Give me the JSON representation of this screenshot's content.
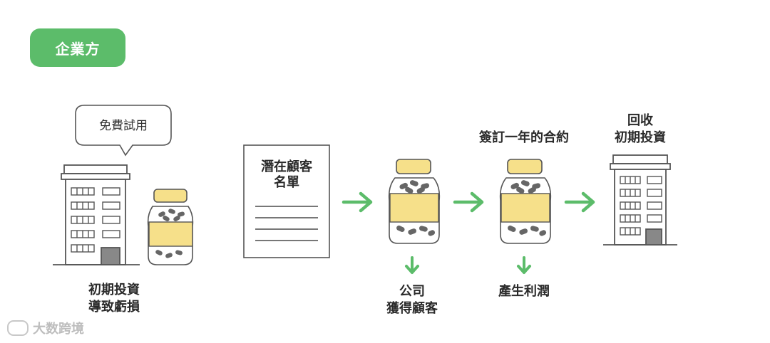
{
  "tag": {
    "label": "企業方"
  },
  "bubble": {
    "text": "免費試用"
  },
  "list": {
    "title_line1": "潛在顧客",
    "title_line2": "名單"
  },
  "labels": {
    "initial_investment_line1": "初期投資",
    "initial_investment_line2": "導致虧損",
    "company_line1": "公司",
    "company_line2": "獲得顧客",
    "contract": "簽訂一年的合約",
    "profit": "產生利潤",
    "recover_line1": "回收",
    "recover_line2": "初期投資"
  },
  "watermark": {
    "text": "大数跨境"
  },
  "colors": {
    "accent": "#5cbc6a",
    "jar_label": "#f6e08a",
    "line": "#555555"
  }
}
